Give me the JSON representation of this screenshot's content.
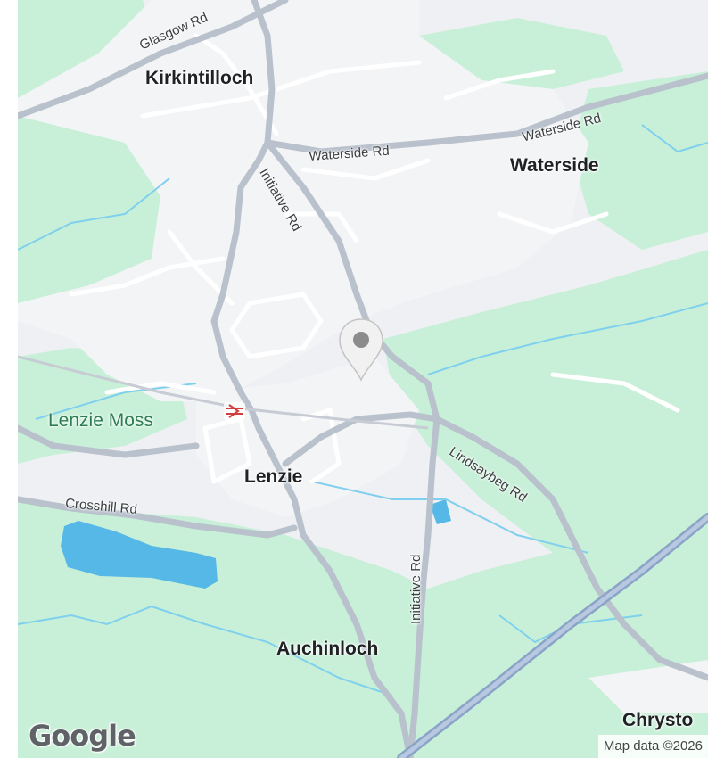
{
  "map": {
    "places": {
      "kirkintilloch": "Kirkintilloch",
      "waterside": "Waterside",
      "lenzie_moss": "Lenzie Moss",
      "lenzie": "Lenzie",
      "auchinloch": "Auchinloch",
      "chryston": "Chrysto"
    },
    "roads": {
      "glasgow_rd": "Glasgow Rd",
      "waterside_rd_1": "Waterside Rd",
      "waterside_rd_2": "Waterside Rd",
      "initiative_rd_1": "Initiative Rd",
      "initiative_rd_2": "Initiative Rd",
      "lindsaybeg_rd": "Lindsaybeg Rd",
      "crosshill_rd": "Crosshill Rd"
    },
    "logo": "Google",
    "attribution": "Map data ©2026",
    "icons": {
      "pin": "map-pin-icon",
      "rail": "rail-station-icon"
    },
    "colors": {
      "land": "#eef0f3",
      "green": "#c8f0d8",
      "water": "#56b8e6",
      "road": "#ffffff",
      "motorway": "#8aa4c8"
    }
  }
}
